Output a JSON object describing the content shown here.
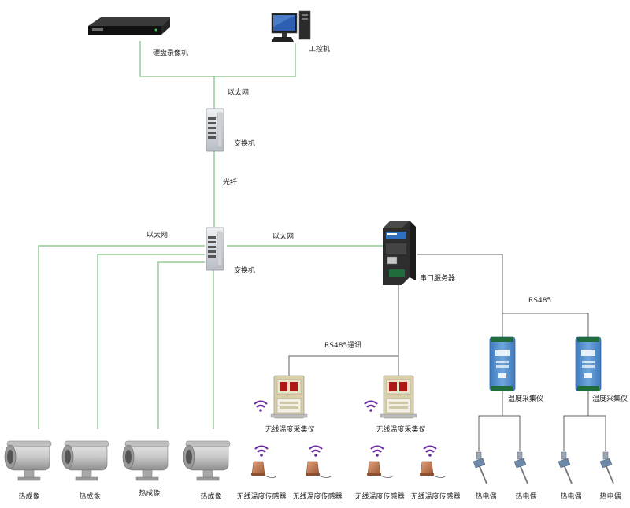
{
  "colors": {
    "ethernet_line": "#7ec27e",
    "serial_line": "#606060",
    "device_silver": "#d9dde2",
    "module_blue": "#4a86c9"
  },
  "devices": {
    "nvr": "硬盘录像机",
    "workstation": "工控机",
    "switch_top": "交换机",
    "switch_bottom": "交换机",
    "serial_server": "串口服务器",
    "collector_1": "无线温度采集仪",
    "collector_2": "无线温度采集仪",
    "temp_module_1": "温度采集仪",
    "temp_module_2": "温度采集仪",
    "camera_1": "热成像",
    "camera_2": "热成像",
    "camera_3": "热成像",
    "camera_4": "热成像",
    "sensor_1": "无线温度传感器",
    "sensor_2": "无线温度传感器",
    "sensor_3": "无线温度传感器",
    "sensor_4": "无线温度传感器",
    "thermocouple_1": "热电偶",
    "thermocouple_2": "热电偶",
    "thermocouple_3": "热电偶",
    "thermocouple_4": "热电偶"
  },
  "links": {
    "ethernet_top": "以太网",
    "fiber": "光纤",
    "ethernet_left": "以太网",
    "ethernet_right": "以太网",
    "rs485_comm": "RS485通讯",
    "rs485": "RS485"
  },
  "icons": [
    "nvr-icon",
    "workstation-icon",
    "switch-icon",
    "serial-server-icon",
    "camera-icon",
    "collector-icon",
    "sensor-icon",
    "wifi-icon",
    "temp-module-icon",
    "thermocouple-icon"
  ]
}
